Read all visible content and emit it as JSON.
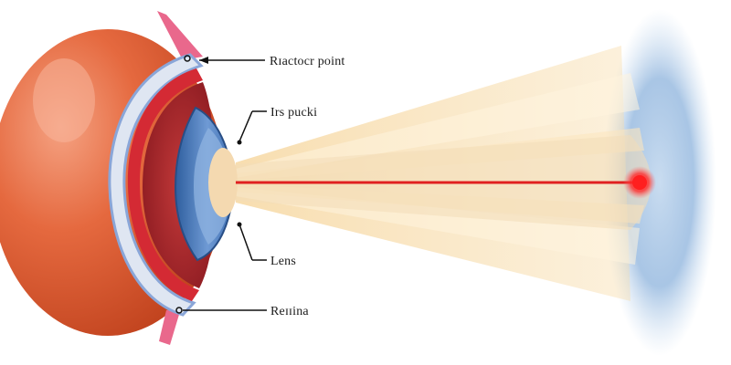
{
  "labels": {
    "refraction_point": "Rɪactocr point",
    "iris_pupil": "Irs pucki",
    "lens": "Lens",
    "retina": "Reɪɪina"
  },
  "colors": {
    "eyeball": "#e4683f",
    "eyeball_highlight": "#f29a78",
    "sclera_outline": "#8aa6d8",
    "inner_chamber": "#a8282c",
    "retina_red": "#d42a34",
    "lens_blue": "#3d6fb0",
    "lens_light": "#7fa6db",
    "pupil": "#f4d9b0",
    "light_beam": "#f6d9a0",
    "focal_ray": "#e02020",
    "focal_point": "#ff2a2a",
    "screen": "#a9c6e6"
  }
}
